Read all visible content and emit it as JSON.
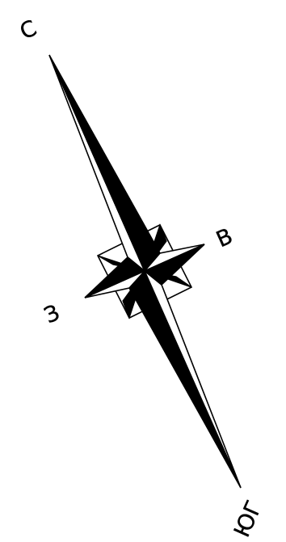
{
  "compass": {
    "labels": {
      "north": "С",
      "east": "В",
      "west": "З",
      "south": "ЮГ"
    },
    "colors": {
      "fill": "#000000",
      "background": "#ffffff",
      "stroke": "#000000"
    }
  }
}
